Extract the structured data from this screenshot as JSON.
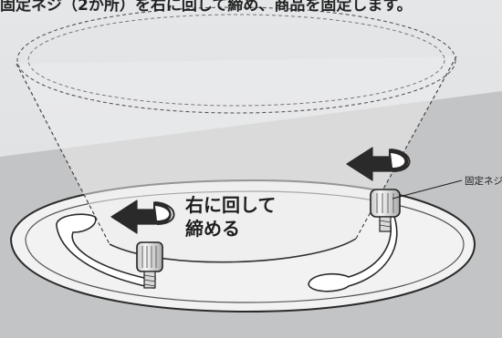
{
  "caption": "固定ネジ（2か所）を右に回して締め、商品を固定します。",
  "instruction": {
    "line1": "右に回して",
    "line2": "締める"
  },
  "callout": {
    "label": "固定ネジ"
  }
}
